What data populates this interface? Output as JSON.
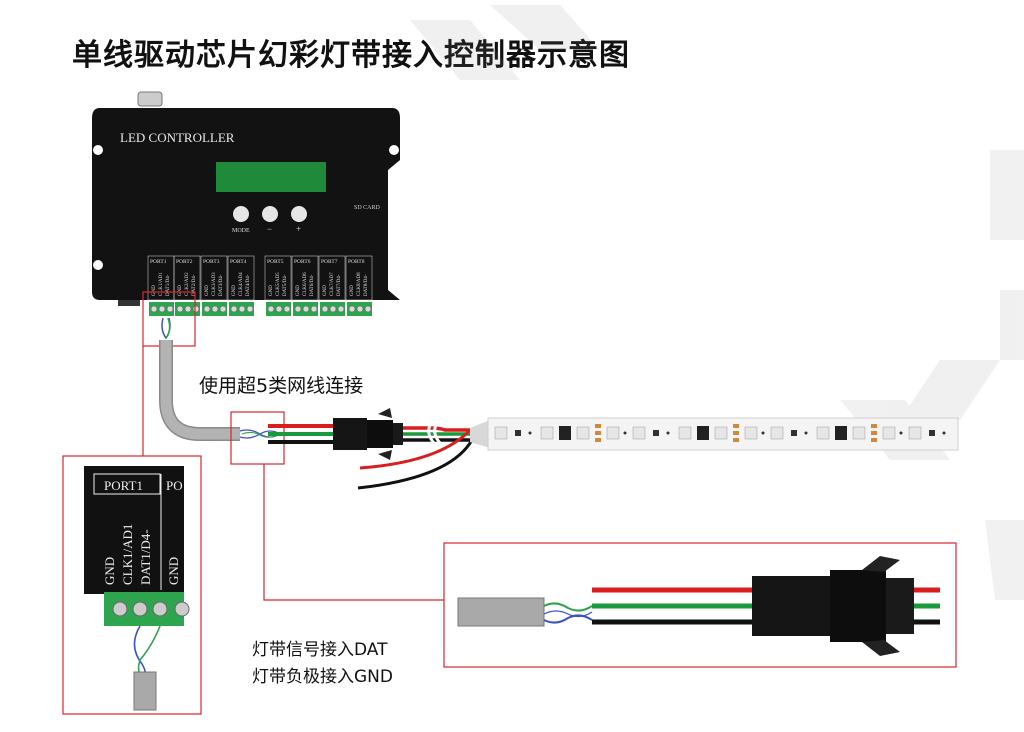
{
  "title": "单线驱动芯片幻彩灯带接入控制器示意图",
  "controller": {
    "name": "LED CONTROLLER",
    "sd_card": "SD CARD",
    "buttons": [
      "MODE",
      "−",
      "+"
    ],
    "ports": [
      {
        "name": "PORT1",
        "pins": [
          "GND",
          "CLK1/AD1",
          "DAT1/D4-"
        ]
      },
      {
        "name": "PORT2",
        "pins": [
          "GND",
          "CLK2/AD2",
          "DAT2/D4-"
        ]
      },
      {
        "name": "PORT3",
        "pins": [
          "GND",
          "CLK3/AD3",
          "DAT3/D4-"
        ]
      },
      {
        "name": "PORT4",
        "pins": [
          "GND",
          "CLK4/AD4",
          "DAT4/D4-"
        ]
      },
      {
        "name": "PORT5",
        "pins": [
          "GND",
          "CLK5/AD5",
          "DAT5/D4-"
        ]
      },
      {
        "name": "PORT6",
        "pins": [
          "GND",
          "CLK6/AD6",
          "DAT6/D4-"
        ]
      },
      {
        "name": "PORT7",
        "pins": [
          "GND",
          "CLK7/AD7",
          "DAT7/D4-"
        ]
      },
      {
        "name": "PORT8",
        "pins": [
          "GND",
          "CLK8/AD8",
          "DAT8/D4-"
        ]
      }
    ]
  },
  "zoom_port": {
    "name": "PORT1",
    "next_name_partial": "PO",
    "pins": [
      "GND",
      "CLK1/AD1",
      "DAT1/D4-"
    ],
    "next_pin": "GND"
  },
  "cable_label": "使用超5类网线连接",
  "notes": [
    "灯带信号接入DAT",
    "灯带负极接入GND"
  ],
  "colors": {
    "highlight": "#d9262c",
    "controller_body": "#111111",
    "display": "#1e8a3a",
    "terminal": "#2ea44f",
    "wire_red": "#d81e1e",
    "wire_green": "#1a9a3c",
    "wire_black": "#111111",
    "cable_gray": "#a9a9a9"
  }
}
